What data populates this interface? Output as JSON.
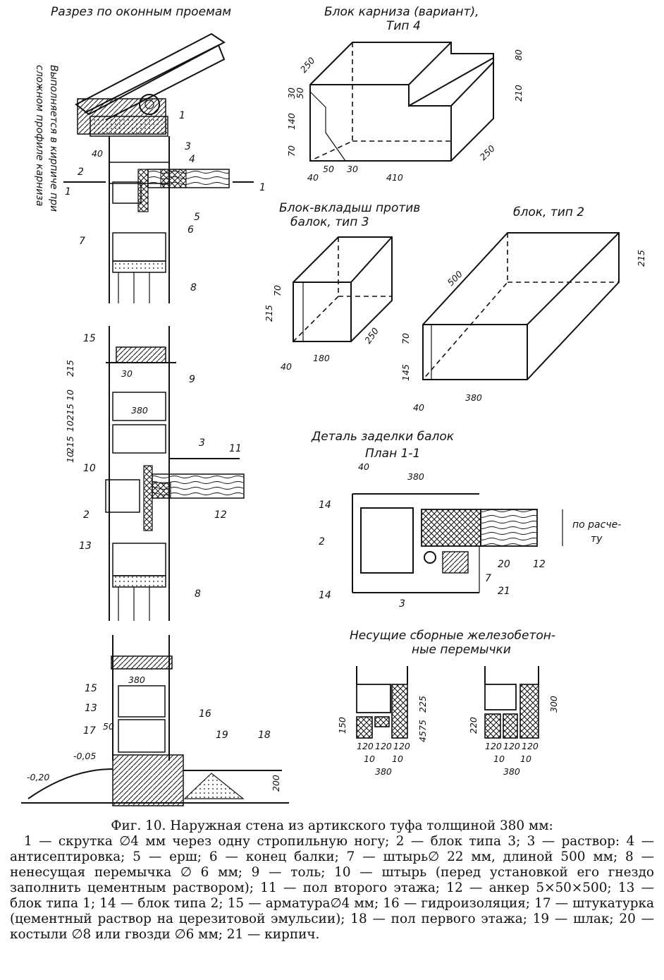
{
  "titles": {
    "section": "Разрез по оконным проемам",
    "cornice_block_1": "Блок карниза (вариант),",
    "cornice_block_2": "Тип 4",
    "insert_block_1": "Блок-вкладыш против",
    "insert_block_2": "балок, тип 3",
    "block_type2": "блок, тип 2",
    "beam_detail": "Деталь заделки балок",
    "plan": "План 1-1",
    "lintels_1": "Несущие сборные железобетон-",
    "lintels_2": "ные перемычки"
  },
  "side_note_1": "Выполняется в кирпиче при",
  "side_note_2": "сложном профиле карниза",
  "dims": {
    "cornice": [
      "250",
      "80",
      "210",
      "30",
      "50",
      "140",
      "70",
      "50",
      "30",
      "40",
      "410",
      "250"
    ],
    "insert": [
      "70",
      "215",
      "250",
      "40",
      "180"
    ],
    "type2": [
      "500",
      "215",
      "70",
      "145",
      "40",
      "380"
    ],
    "section_upper": [
      "40",
      "1",
      "1"
    ],
    "section_mid": [
      "30",
      "215",
      "10",
      "215",
      "10",
      "215",
      "10",
      "380"
    ],
    "section_low": [
      "380",
      "50",
      "-0,05",
      "-0,20",
      "200"
    ],
    "plan": [
      "40",
      "380",
      "по расче-",
      "ту"
    ],
    "lintel_a": [
      "225",
      "150",
      "75",
      "45",
      "120",
      "120",
      "120",
      "10",
      "10",
      "380"
    ],
    "lintel_b": [
      "300",
      "220",
      "120",
      "120",
      "120",
      "10",
      "10",
      "380"
    ]
  },
  "labels": {
    "upper": [
      "1",
      "3",
      "4",
      "2",
      "5",
      "6",
      "7",
      "8"
    ],
    "mid": [
      "15",
      "9",
      "11",
      "3",
      "10",
      "2",
      "12",
      "13",
      "8"
    ],
    "low": [
      "15",
      "13",
      "16",
      "17",
      "19",
      "18"
    ],
    "plan": [
      "14",
      "2",
      "20",
      "12",
      "7",
      "21",
      "14",
      "3"
    ]
  },
  "caption": {
    "title": "Фиг. 10. Наружная стена из артикского туфа толщиной 380 мм:",
    "body": "1 — скрутка ∅4 мм через одну стропильную ногу; 2 — блок типа 3; 3 — раствор: 4 — антисептировка; 5 — ерш; 6 — конец балки; 7 — штырь∅ 22 мм, длиной 500 мм; 8 — ненесущая перемычка ∅ 6 мм; 9 — толь; 10 — штырь (перед установкой его гнездо заполнить цементным раствором); 11 — пол второго этажа; 12 — анкер 5×50×500; 13 — блок типа 1; 14 — блок типа 2; 15 — арматура∅4 мм; 16 — гидроизоляция; 17 — штукатурка (цементный раствор на церезитовой эмульсии); 18 — пол первого этажа; 19 — шлак; 20 — костыли ∅8 или гвозди ∅6 мм; 21 — кирпич."
  },
  "colors": {
    "ink": "#111111",
    "paper": "#ffffff"
  }
}
